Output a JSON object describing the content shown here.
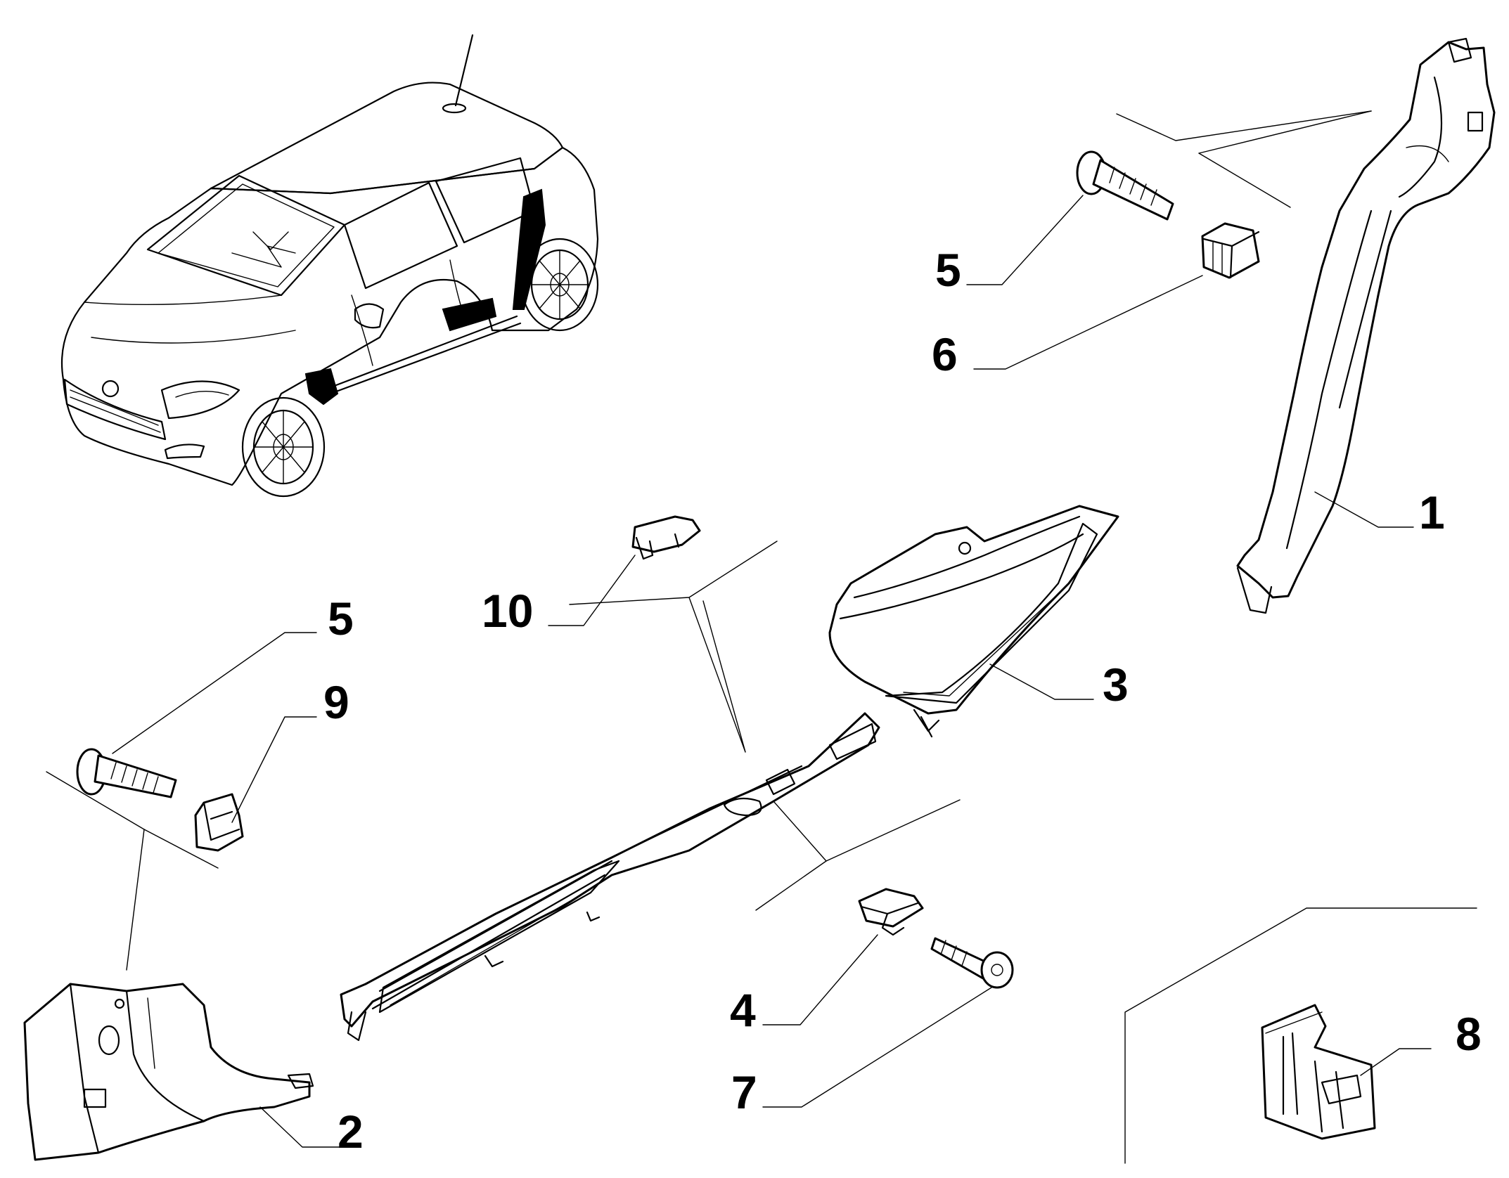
{
  "diagram": {
    "callouts": [
      {
        "id": "callout-1",
        "text": "1"
      },
      {
        "id": "callout-2",
        "text": "2"
      },
      {
        "id": "callout-3",
        "text": "3"
      },
      {
        "id": "callout-4",
        "text": "4"
      },
      {
        "id": "callout-5-top",
        "text": "5"
      },
      {
        "id": "callout-5-left",
        "text": "5"
      },
      {
        "id": "callout-6",
        "text": "6"
      },
      {
        "id": "callout-7",
        "text": "7"
      },
      {
        "id": "callout-8",
        "text": "8"
      },
      {
        "id": "callout-9",
        "text": "9"
      },
      {
        "id": "callout-10",
        "text": "10"
      }
    ]
  }
}
